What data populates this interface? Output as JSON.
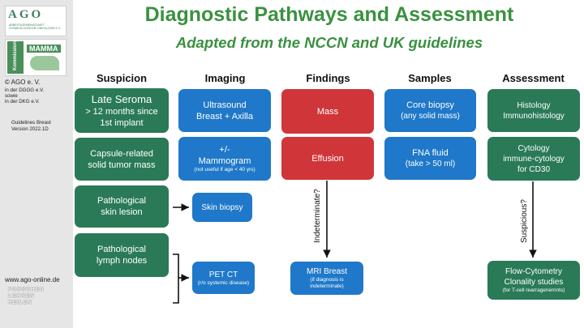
{
  "title": "Diagnostic Pathways and Assessment",
  "subtitle": "Adapted from the NCCN and UK guidelines",
  "sidebar": {
    "logo_text": "AGO",
    "logo_small": "Arbeitsgemeinschaft Gynäkologische Onkologie e.V.",
    "mamma_logo": "MAMMA",
    "mamma_vertical": "Kommission",
    "copyright_line1": "© AGO e. V.",
    "copyright_line2": "in der DGGG e.V.",
    "copyright_line3": "sowie",
    "copyright_line4": "in der DKG e.V.",
    "guidelines_line1": "Guidelines Breast",
    "guidelines_line2": "Version 2022.1D",
    "website": "www.ago-online.de",
    "tagline1": "FORSCHEN",
    "tagline2": "LEHREN",
    "tagline3": "HEILEN"
  },
  "columns": {
    "suspicion": "Suspicion",
    "imaging": "Imaging",
    "findings": "Findings",
    "samples": "Samples",
    "assessment": "Assessment"
  },
  "suspicion": {
    "late_seroma_title": "Late Seroma",
    "late_seroma_line2": "> 12 months since",
    "late_seroma_line3": "1st implant",
    "capsule_line1": "Capsule-related",
    "capsule_line2": "solid tumor mass",
    "skin_line1": "Pathological",
    "skin_line2": "skin lesion",
    "lymph_line1": "Pathological",
    "lymph_line2": "lymph nodes"
  },
  "imaging": {
    "ultrasound_line1": "Ultrasound",
    "ultrasound_line2": "Breast + Axilla",
    "mammo_line1": "+/-",
    "mammo_line2": "Mammogram",
    "mammo_note": "(not useful if age < 40 yrs)",
    "skin_biopsy": "Skin biopsy",
    "petct": "PET CT",
    "petct_note": "(r/o systemic disease)"
  },
  "findings": {
    "mass": "Mass",
    "effusion": "Effusion",
    "indeterminate": "Indeterminate?",
    "mri_line1": "MRI Breast",
    "mri_note1": "(if diagnosis is",
    "mri_note2": "indeterminate)"
  },
  "samples": {
    "core_line1": "Core biopsy",
    "core_line2": "(any solid mass)",
    "fna_line1": "FNA fluid",
    "fna_line2": "(take > 50 ml)"
  },
  "assessment": {
    "histology_line1": "Histology",
    "histology_line2": "Immunohistology",
    "cytology_line1": "Cytology",
    "cytology_line2": "immune-cytology",
    "cytology_line3": "for CD30",
    "suspicious": "Suspicious?",
    "flow_line1": "Flow-Cytometry",
    "flow_line2": "Clonality studies",
    "flow_note": "(for T-cell rearragenemnts)"
  },
  "colors": {
    "green": "#2a7a58",
    "blue": "#1f78c9",
    "red": "#d0353a",
    "title_green": "#3a9140"
  }
}
